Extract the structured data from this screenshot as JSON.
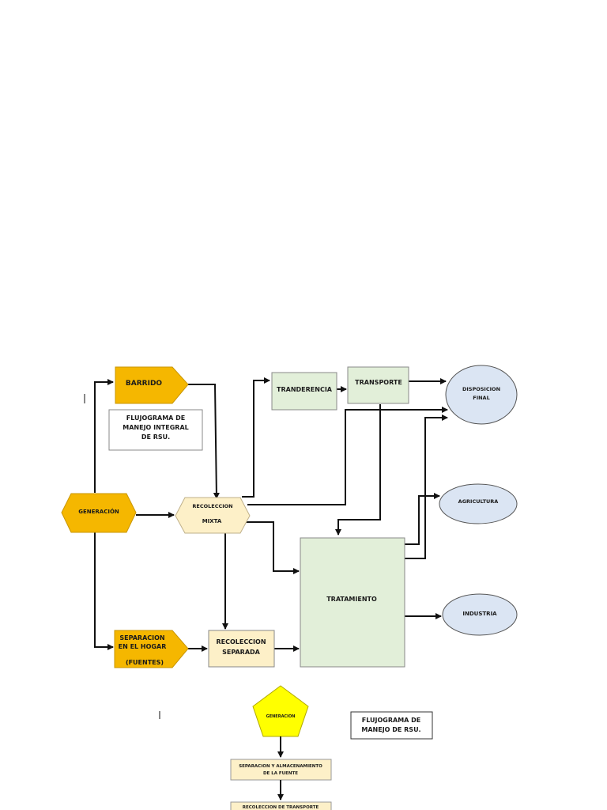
{
  "diagram1": {
    "barrido": "BARRIDO",
    "generacion": "GENERACIÓN",
    "recoleccion_mixta": [
      "RECOLECCION",
      "MIXTA"
    ],
    "separacion_hogar": [
      "SEPARACION",
      "EN EL HOGAR",
      "(FUENTES)"
    ],
    "recoleccion_separada": [
      "RECOLECCION",
      "SEPARADA"
    ],
    "tranderencia": "TRANDERENCIA",
    "transporte": "TRANSPORTE",
    "disposicion_final": [
      "DISPOSICION",
      "FINAL"
    ],
    "agricultura": "AGRICULTURA",
    "industria": "INDUSTRIA",
    "tratamiento": "TRATAMIENTO",
    "title": [
      "FLUJOGRAMA DE",
      "MANEJO INTEGRAL",
      "DE RSU."
    ]
  },
  "diagram2": {
    "generacion": "GENERACION",
    "title": [
      "FLUJOGRAMA DE",
      "MANEJO DE RSU."
    ],
    "separacion": [
      "SEPARACION Y ALMACENAMIENTO",
      "DE LA FUENTE"
    ],
    "recoleccion": "RECOLECCION DE TRANSPORTE"
  },
  "colors": {
    "orange": "#f5b700",
    "cream": "#fdf0c8",
    "green": "#e2efd9",
    "blue": "#dbe5f3",
    "yellow": "#ffff00"
  }
}
